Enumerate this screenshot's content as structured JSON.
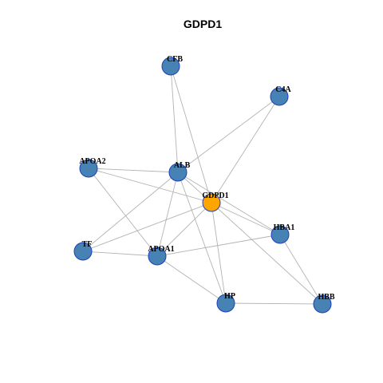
{
  "title": "GDPD1",
  "colors": {
    "focus_node": "#FFA500",
    "node": "#4682B4",
    "node_stroke": "#1F3FBF",
    "edge": "#B3B3B3"
  },
  "nodes": [
    {
      "id": "GDPD1",
      "label": "GDPD1",
      "focus": true
    },
    {
      "id": "CFB",
      "label": "CFB",
      "focus": false
    },
    {
      "id": "C4A",
      "label": "C4A",
      "focus": false
    },
    {
      "id": "APOA2",
      "label": "APOA2",
      "focus": false
    },
    {
      "id": "ALB",
      "label": "ALB",
      "focus": false
    },
    {
      "id": "HBA1",
      "label": "HBA1",
      "focus": false
    },
    {
      "id": "TF",
      "label": "TF",
      "focus": false
    },
    {
      "id": "APOA1",
      "label": "APOA1",
      "focus": false
    },
    {
      "id": "HP",
      "label": "HP",
      "focus": false
    },
    {
      "id": "HBB",
      "label": "HBB",
      "focus": false
    }
  ],
  "edges": [
    [
      "CFB",
      "ALB"
    ],
    [
      "CFB",
      "GDPD1"
    ],
    [
      "C4A",
      "ALB"
    ],
    [
      "C4A",
      "GDPD1"
    ],
    [
      "APOA2",
      "ALB"
    ],
    [
      "APOA2",
      "GDPD1"
    ],
    [
      "APOA2",
      "APOA1"
    ],
    [
      "ALB",
      "GDPD1"
    ],
    [
      "ALB",
      "TF"
    ],
    [
      "ALB",
      "APOA1"
    ],
    [
      "ALB",
      "HP"
    ],
    [
      "ALB",
      "HBA1"
    ],
    [
      "GDPD1",
      "TF"
    ],
    [
      "GDPD1",
      "APOA1"
    ],
    [
      "GDPD1",
      "HP"
    ],
    [
      "GDPD1",
      "HBA1"
    ],
    [
      "GDPD1",
      "HBB"
    ],
    [
      "TF",
      "APOA1"
    ],
    [
      "APOA1",
      "HBA1"
    ],
    [
      "APOA1",
      "HP"
    ],
    [
      "HBA1",
      "HBB"
    ],
    [
      "HP",
      "HBB"
    ]
  ]
}
